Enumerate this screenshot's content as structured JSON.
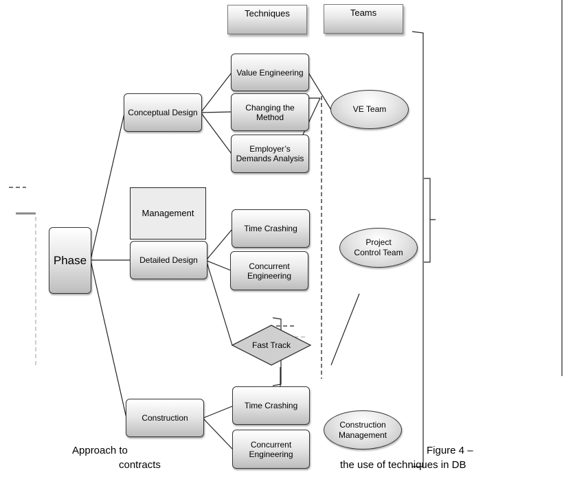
{
  "headers": {
    "techniques": "Techniques",
    "teams": "Teams"
  },
  "phase": "Phase",
  "phases": {
    "conceptual_design": "Conceptual Design",
    "detailed_design": "Detailed Design",
    "construction": "Construction"
  },
  "management": "Management",
  "techniques": {
    "value_engineering": "Value Engineering",
    "changing_method": "Changing the Method",
    "employers_demands": "Employer’s Demands Analysis",
    "time_crashing_1": "Time Crashing",
    "concurrent_engineering_1": "Concurrent Engineering",
    "fast_track": "Fast Track",
    "time_crashing_2": "Time Crashing",
    "concurrent_engineering_2": "Concurrent Engineering"
  },
  "teams": {
    "ve_team": "VE Team",
    "project_control_team": "Project Control Team",
    "construction_management": "Construction Management"
  },
  "caption": {
    "left_line1": "Approach to",
    "left_line2": "contracts",
    "right_line1": "Figure 4 –",
    "right_line2": "the use of techniques in DB"
  }
}
